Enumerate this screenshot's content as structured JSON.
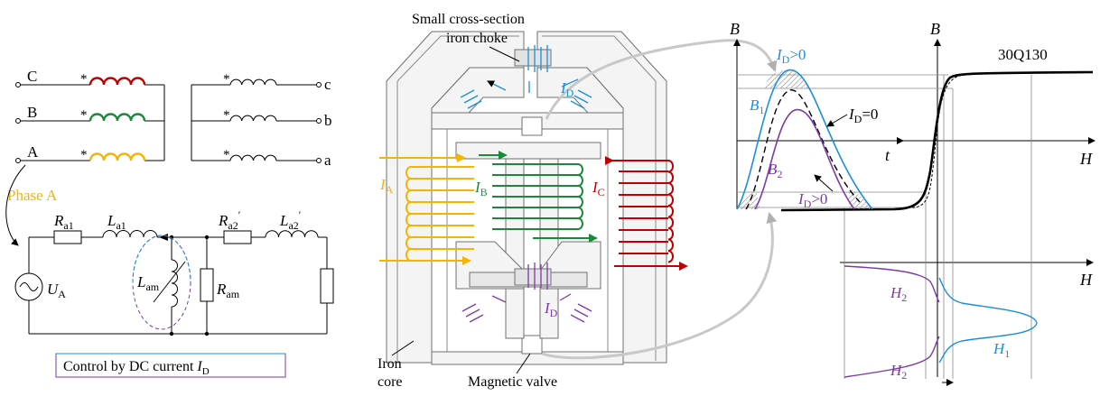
{
  "colors": {
    "phase_c": "#c00000",
    "phase_b": "#1a8a3a",
    "phase_a": "#f5b400",
    "dc_blue": "#1a8fd8",
    "dc_purple": "#7b3aa6",
    "gray": "#9a9a9a"
  },
  "transformer": {
    "primary_labels": [
      "C",
      "B",
      "A"
    ],
    "secondary_labels": [
      "c",
      "b",
      "a"
    ],
    "dot_marker": "*"
  },
  "circuit": {
    "phase_label": "Phase A",
    "r_a1": {
      "main": "R",
      "sub": "a1"
    },
    "l_a1": {
      "main": "L",
      "sub": "a1"
    },
    "r_a2": {
      "main": "R",
      "sub": "a2",
      "prime": "′"
    },
    "l_a2": {
      "main": "L",
      "sub": "a2",
      "prime": "′"
    },
    "source": {
      "main": "U",
      "sub": "A"
    },
    "l_am": {
      "main": "L",
      "sub": "am"
    },
    "r_am": {
      "main": "R",
      "sub": "am"
    },
    "control_text": "Control by DC current ",
    "control_var": {
      "main": "I",
      "sub": "D"
    }
  },
  "core": {
    "choke_label_line1": "Small cross-section",
    "choke_label_line2": "iron choke",
    "iron_core_line1": "Iron",
    "iron_core_line2": "core",
    "magnetic_valve": "Magnetic valve",
    "i_a": {
      "main": "I",
      "sub": "A"
    },
    "i_b": {
      "main": "I",
      "sub": "B"
    },
    "i_c": {
      "main": "I",
      "sub": "C"
    },
    "i_d_top": {
      "main": "I",
      "sub": "D"
    },
    "i_d_bottom": {
      "main": "I",
      "sub": "D"
    }
  },
  "bh": {
    "axis_b_left": "B",
    "axis_b_right": "B",
    "axis_t": "t",
    "axis_h_top": "H",
    "axis_h_bottom": "H",
    "material": "30Q130",
    "id_pos_top": {
      "main": "I",
      "sub": "D",
      "rest": ">0"
    },
    "id_zero": {
      "main": "I",
      "sub": "D",
      "rest": "=0"
    },
    "id_pos_bottom": {
      "main": "I",
      "sub": "D",
      "rest": ">0"
    },
    "b1": {
      "main": "B",
      "sub": "1"
    },
    "b2": {
      "main": "B",
      "sub": "2"
    },
    "h1": {
      "main": "H",
      "sub": "1"
    },
    "h2_top": {
      "main": "H",
      "sub": "2"
    },
    "h2_bottom": {
      "main": "H",
      "sub": "2"
    }
  }
}
